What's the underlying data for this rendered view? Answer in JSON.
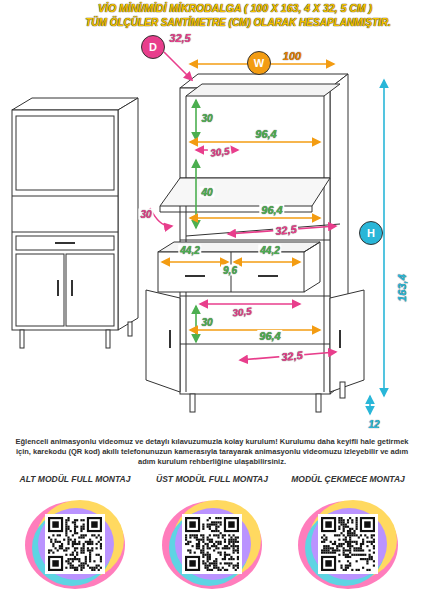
{
  "diagram": {
    "title": "VİO MİNİ/MİDİ MİKRODALGA ( 100 X 163, 4 X 32, 5 CM )",
    "nodes": [
      {
        "text": [
          "D"
        ]
      },
      {
        "text": [
          "W"
        ]
      },
      {
        "text": [
          "H"
        ]
      }
    ],
    "labels": [
      "TÜM ÖLÇÜLER SANTİMETRE (CM) OLARAK HESAPLANMIŞTIR.",
      "32,5",
      "100",
      "30",
      "96,4",
      "30,5",
      "40",
      "96,4",
      "32,5",
      "30",
      "44,2",
      "9,6",
      "44,2",
      "30,5",
      "30",
      "96,4",
      "32,5",
      "163,4",
      "12",
      "Eğlenceli animasyonlu videomuz ve detaylı kılavuzumuzla kolay kurulum! Kurulumu daha keyifli hale getirmek için, karekodu (QR kod) akıllı telefonunuzun kamerasıyla tarayarak animasyonlu videomuzu izleyebilir ve adım adım kurulum rehberliğine ulaşabilirsiniz.",
      "ALT MODÜL FULL MONTAJ",
      "ÜST MODÜL FULL MONTAJ",
      "MODÜL ÇEKMECE MONTAJ"
    ]
  }
}
